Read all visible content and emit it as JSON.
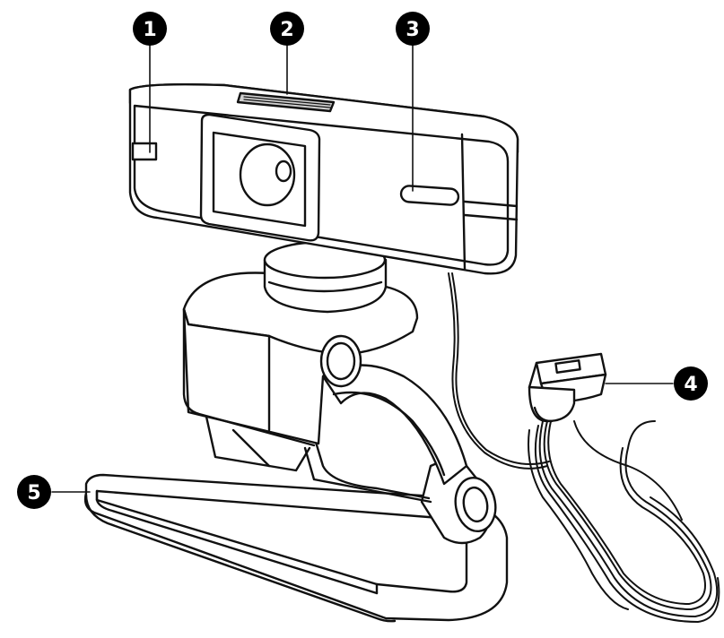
{
  "callouts": [
    {
      "id": "1",
      "label": "1"
    },
    {
      "id": "2",
      "label": "2"
    },
    {
      "id": "3",
      "label": "3"
    },
    {
      "id": "4",
      "label": "4"
    },
    {
      "id": "5",
      "label": "5"
    }
  ],
  "colors": {
    "line": "#111111",
    "fill": "#ffffff",
    "callout_bg": "#000000",
    "callout_text": "#ffffff",
    "shade": "#d8d8d8"
  }
}
